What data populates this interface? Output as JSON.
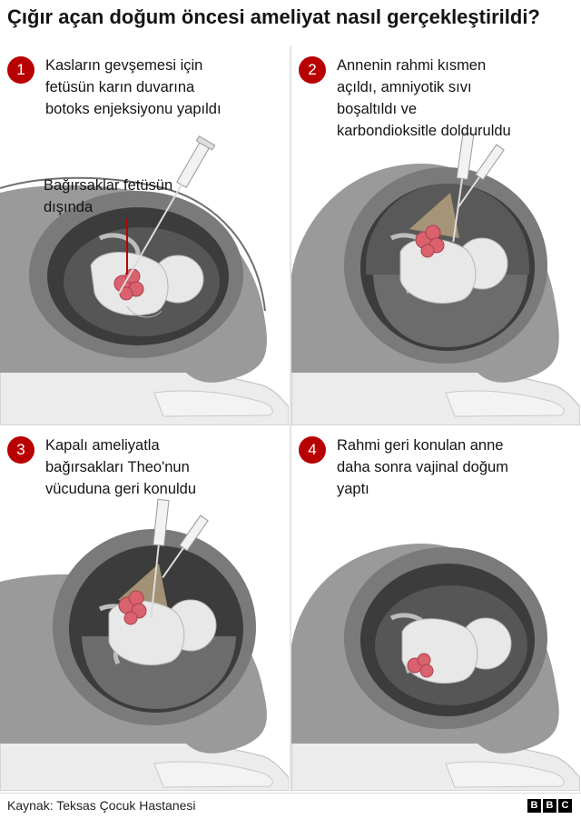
{
  "title": "Çığır açan doğum öncesi ameliyat nasıl gerçekleştirildi?",
  "steps": [
    {
      "number": "1",
      "text": "Kasların gevşemesi için\nfetüsün karın duvarına\nbotoks enjeksiyonu yapıldı",
      "callout": "Bağırsaklar fetüsün\ndışında"
    },
    {
      "number": "2",
      "text": "Annenin rahmi kısmen\naçıldı, amniyotik sıvı\nboşaltıldı ve\nkarbondioksitle dolduruldu"
    },
    {
      "number": "3",
      "text": "Kapalı ameliyatla\nbağırsakları Theo'nun\nvücuduna geri konuldu"
    },
    {
      "number": "4",
      "text": "Rahmi geri konulan anne\ndaha sonra vajinal doğum\nyaptı"
    }
  ],
  "source": "Kaynak: Teksas Çocuk Hastanesi",
  "logo": [
    "B",
    "B",
    "C"
  ],
  "colors": {
    "accent": "#b80000",
    "intestine": "#d9626e",
    "body": "#9a9a9a",
    "womb_dark": "#3c3c3c",
    "fetus": "#e8e8e8",
    "gas": "#ad9a7b"
  }
}
